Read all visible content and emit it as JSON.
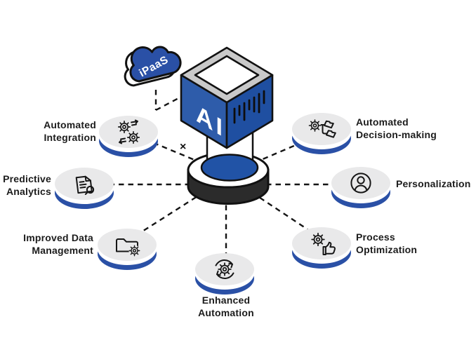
{
  "diagram": {
    "cube_label": "AI",
    "cloud_label": "iPaaS",
    "multiply_mark": "×",
    "colors": {
      "primary_blue": "#2a50a6",
      "cube_left": "#2e5caa",
      "cube_right": "#1f4fa1",
      "core_blue": "#2153a6",
      "platform_dark": "#2b2b2b",
      "disc_top": "#e9e9ea",
      "outline": "#141414",
      "text": "#1c1c1c"
    },
    "nodes": [
      {
        "id": "automated-integration",
        "label": "Automated\nIntegration",
        "icon": "gears-sync-icon"
      },
      {
        "id": "predictive-analytics",
        "label": "Predictive\nAnalytics",
        "icon": "document-magnifier-icon"
      },
      {
        "id": "improved-data-management",
        "label": "Improved Data\nManagement",
        "icon": "folder-gear-icon"
      },
      {
        "id": "enhanced-automation",
        "label": "Enhanced\nAutomation",
        "icon": "gear-refresh-icon"
      },
      {
        "id": "process-optimization",
        "label": "Process\nOptimization",
        "icon": "gear-thumbs-up-icon"
      },
      {
        "id": "personalization",
        "label": "Personalization",
        "icon": "user-circle-icon"
      },
      {
        "id": "automated-decision-making",
        "label": "Automated\nDecision-making",
        "icon": "gear-decision-flow-icon"
      }
    ],
    "edges": [
      {
        "from": "hub",
        "to": "automated-integration"
      },
      {
        "from": "hub",
        "to": "predictive-analytics"
      },
      {
        "from": "hub",
        "to": "improved-data-management"
      },
      {
        "from": "hub",
        "to": "enhanced-automation"
      },
      {
        "from": "hub",
        "to": "process-optimization"
      },
      {
        "from": "hub",
        "to": "personalization"
      },
      {
        "from": "hub",
        "to": "automated-decision-making"
      },
      {
        "from": "ipaas-cloud",
        "to": "ai-cube"
      }
    ]
  }
}
